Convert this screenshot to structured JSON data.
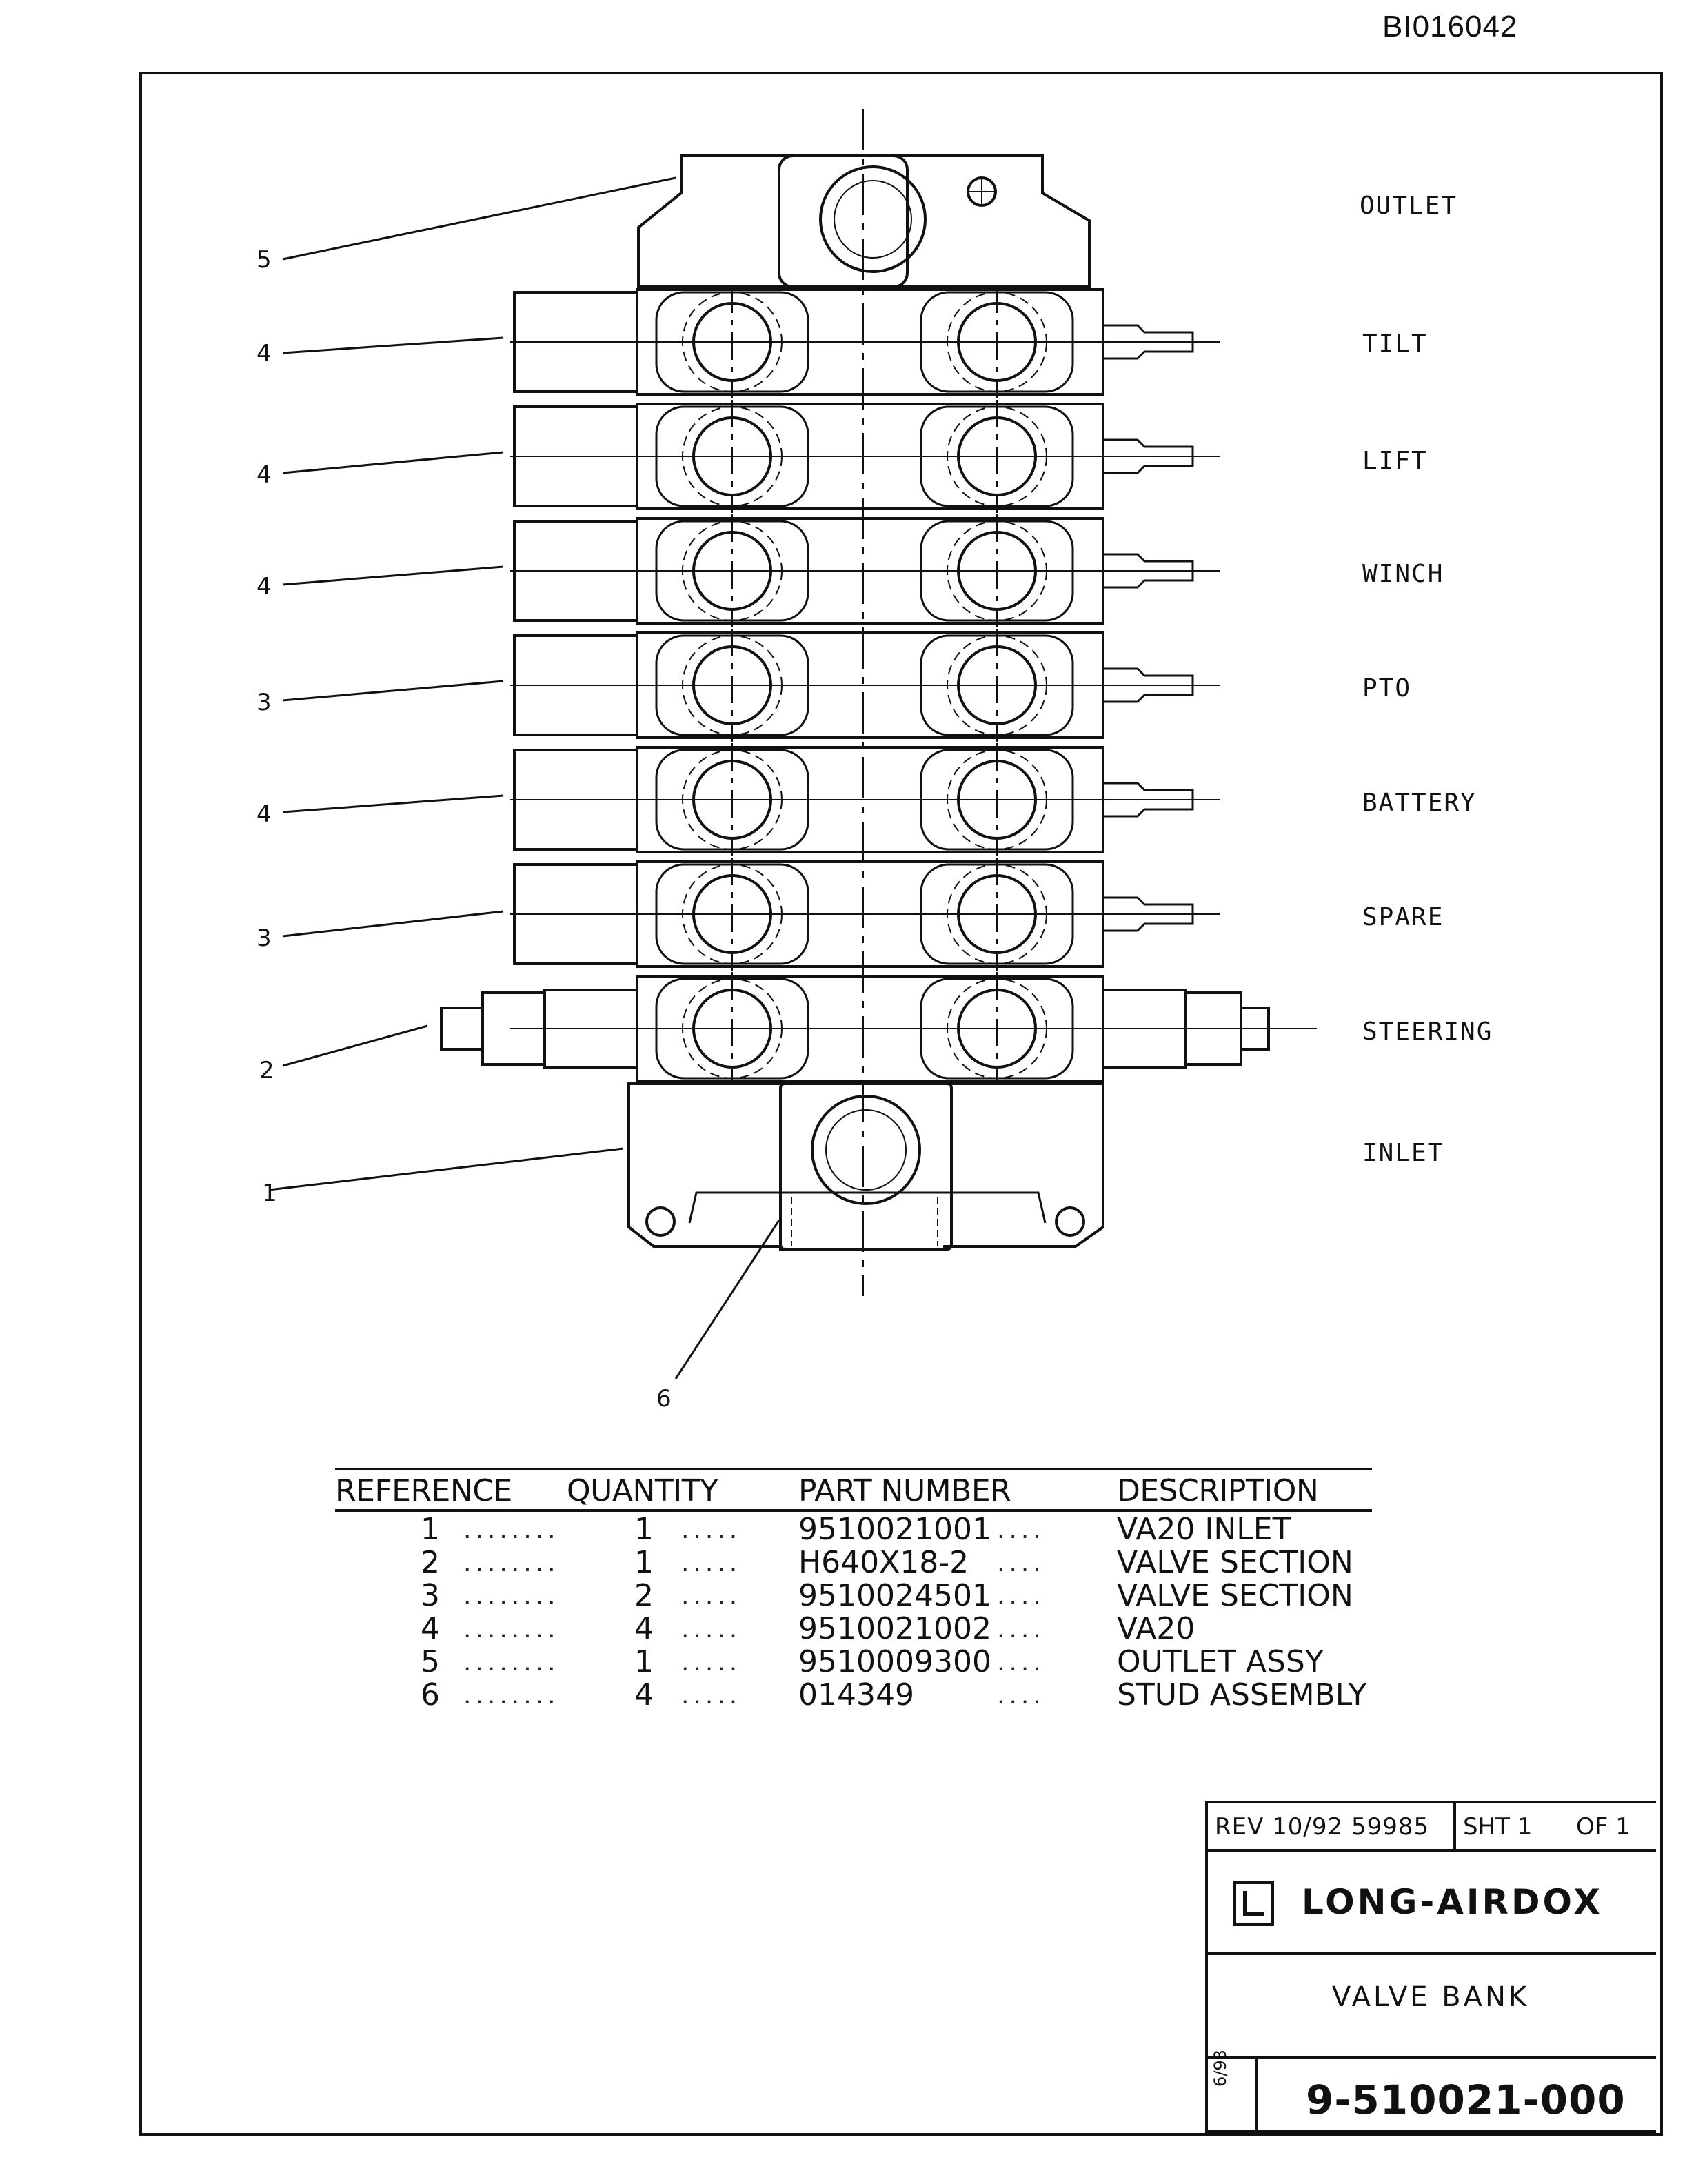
{
  "document_id": "BI016042",
  "section_labels": [
    "OUTLET",
    "TILT",
    "LIFT",
    "WINCH",
    "PTO",
    "BATTERY",
    "SPARE",
    "STEERING",
    "INLET"
  ],
  "callouts": [
    "5",
    "4",
    "4",
    "4",
    "3",
    "4",
    "3",
    "2",
    "1",
    "6"
  ],
  "parts_table": {
    "headers": [
      "REFERENCE",
      "QUANTITY",
      "PART NUMBER",
      "DESCRIPTION"
    ],
    "rows": [
      {
        "ref": "1",
        "qty": "1",
        "part": "9510021001",
        "desc": "VA20  INLET"
      },
      {
        "ref": "2",
        "qty": "1",
        "part": "H640X18-2",
        "desc": "VALVE SECTION"
      },
      {
        "ref": "3",
        "qty": "2",
        "part": "9510024501",
        "desc": "VALVE SECTION"
      },
      {
        "ref": "4",
        "qty": "4",
        "part": "9510021002",
        "desc": "VA20"
      },
      {
        "ref": "5",
        "qty": "1",
        "part": "9510009300",
        "desc": "OUTLET ASSY"
      },
      {
        "ref": "6",
        "qty": "4",
        "part": "014349",
        "desc": "STUD ASSEMBLY"
      }
    ]
  },
  "title_block": {
    "revision": "REV 10/92 59985",
    "sheet": "SHT 1",
    "of": "OF 1",
    "company": "LONG-AIRDOX",
    "title": "VALVE  BANK",
    "date_code": "6/93",
    "drawing_number": "9-510021-000"
  }
}
